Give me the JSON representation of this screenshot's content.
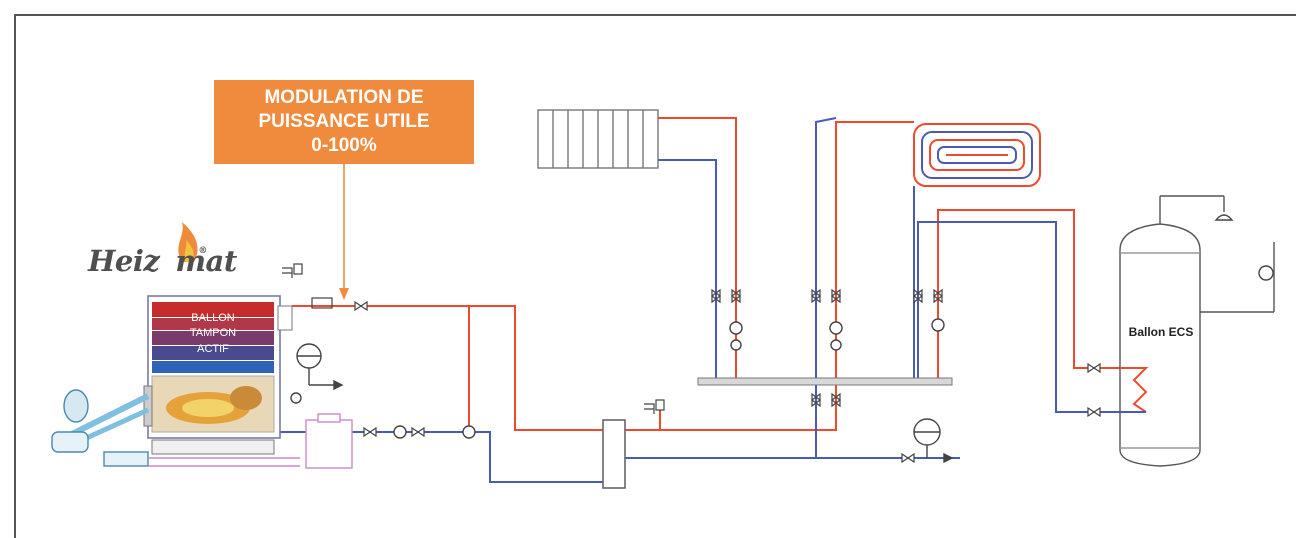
{
  "callout": {
    "line1": "MODULATION DE",
    "line2": "PUISSANCE UTILE",
    "line3": "0-100%"
  },
  "logo": {
    "part1": "Heiz",
    "part2": "mat",
    "registered": "®"
  },
  "boiler": {
    "line1": "BALLON",
    "line2": "TAMPON",
    "line3": "ACTIF"
  },
  "ecs": {
    "label": "Ballon ECS"
  },
  "colors": {
    "hot": "#F04A2E",
    "cold": "#4A5BB5",
    "accent": "#F08A3C",
    "pink": "#C98AC9"
  },
  "icons": [
    "flame-icon",
    "radiator-icon",
    "floor-heating-icon",
    "pump-icon",
    "valve-icon",
    "expansion-vessel-icon",
    "heat-exchanger-icon"
  ]
}
